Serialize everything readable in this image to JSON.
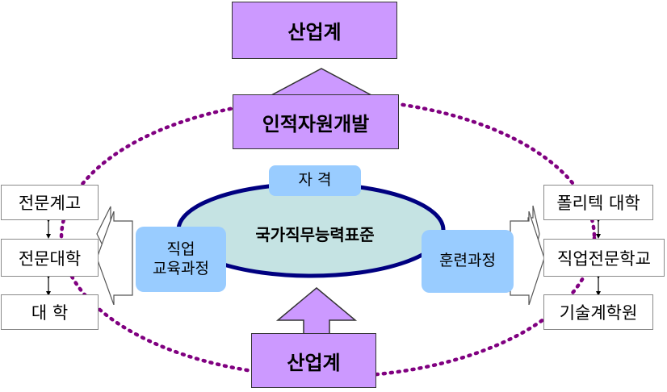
{
  "top_box": "산업계",
  "hrd_box": "인적자원개발",
  "bottom_box": "산업계",
  "center": "국가직무능력표준",
  "qualification": "자 격",
  "left_process": [
    "직업",
    "교육과정"
  ],
  "right_process": "훈련과정",
  "left_institutions": [
    "전문계고",
    "전문대학",
    "대 학"
  ],
  "right_institutions": [
    "폴리텍 대학",
    "직업전문학교",
    "기술계학원"
  ],
  "colors": {
    "purple": "#cc99ff",
    "blue": "#99ccff",
    "ellipse": "#c5e3e3",
    "ellipse_border": "#000080",
    "dotted": "#800080"
  }
}
